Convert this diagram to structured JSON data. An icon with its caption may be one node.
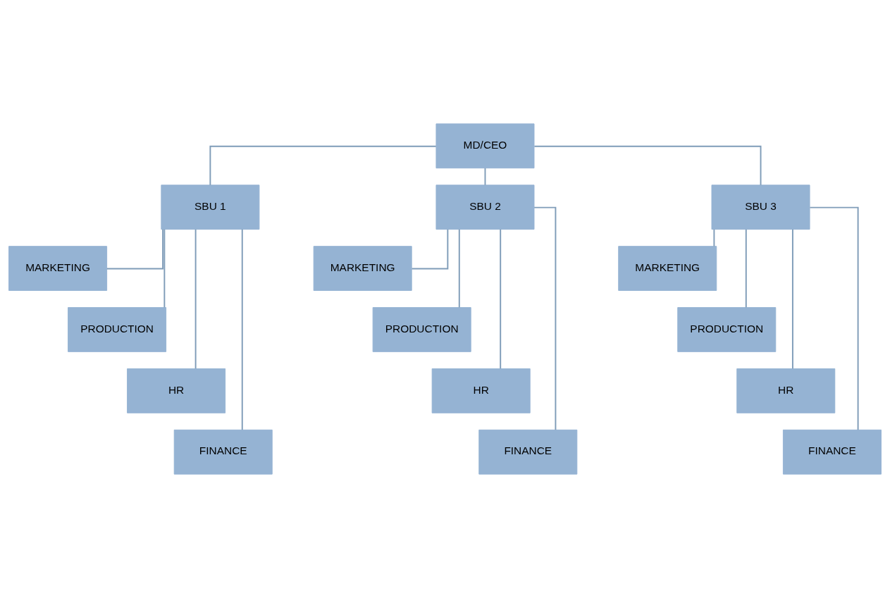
{
  "diagram": {
    "nodes": [
      {
        "text": [
          "MD/CEO"
        ]
      },
      {
        "text": [
          "SBU 1"
        ]
      },
      {
        "text": [
          "SBU 2"
        ]
      },
      {
        "text": [
          "SBU 3"
        ]
      },
      {
        "text": [
          "MARKETING"
        ]
      },
      {
        "text": [
          "PRODUCTION"
        ]
      },
      {
        "text": [
          "HR"
        ]
      },
      {
        "text": [
          "FINANCE"
        ]
      },
      {
        "text": [
          "MARKETING"
        ]
      },
      {
        "text": [
          "PRODUCTION"
        ]
      },
      {
        "text": [
          "HR"
        ]
      },
      {
        "text": [
          "FINANCE"
        ]
      },
      {
        "text": [
          "MARKETING"
        ]
      },
      {
        "text": [
          "PRODUCTION"
        ]
      },
      {
        "text": [
          "HR"
        ]
      },
      {
        "text": [
          "FINANCE"
        ]
      }
    ],
    "edges": [
      {
        "from": 0,
        "to": 1,
        "arrow": "none"
      },
      {
        "from": 0,
        "to": 2,
        "arrow": "none"
      },
      {
        "from": 0,
        "to": 3,
        "arrow": "none"
      },
      {
        "from": 1,
        "to": 4,
        "arrow": "none"
      },
      {
        "from": 1,
        "to": 5,
        "arrow": "none"
      },
      {
        "from": 1,
        "to": 6,
        "arrow": "none"
      },
      {
        "from": 1,
        "to": 7,
        "arrow": "none"
      },
      {
        "from": 2,
        "to": 8,
        "arrow": "none"
      },
      {
        "from": 2,
        "to": 9,
        "arrow": "none"
      },
      {
        "from": 2,
        "to": 10,
        "arrow": "none"
      },
      {
        "from": 2,
        "to": 11,
        "arrow": "none"
      },
      {
        "from": 3,
        "to": 12,
        "arrow": "none"
      },
      {
        "from": 3,
        "to": 13,
        "arrow": "none"
      },
      {
        "from": 3,
        "to": 14,
        "arrow": "none"
      },
      {
        "from": 3,
        "to": 15,
        "arrow": "none"
      }
    ]
  }
}
